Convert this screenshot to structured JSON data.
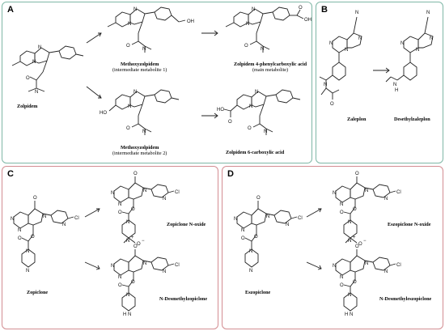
{
  "panels": {
    "A": {
      "label": "A",
      "zolpidem": "Zolpidem",
      "met1_name": "Methoxyzolpidem",
      "met1_sub": "(intermediate metabolite 1)",
      "met2_name": "Methoxyzolpidem",
      "met2_sub": "(intermediate metabolite 2)",
      "acid1_name": "Zolpidem 4-phenylcarboxylic acid",
      "acid1_sub": "(main metabolite)",
      "acid2_name": "Zolpidem 6-carboxylic acid"
    },
    "B": {
      "label": "B",
      "zaleplon": "Zaleplon",
      "desethyl": "Desethylzaleplon"
    },
    "C": {
      "label": "C",
      "zopiclone": "Zopiclone",
      "noxide": "Zopiclone N-oxide",
      "ndesmethyl": "N-Desmethylzopiclone"
    },
    "D": {
      "label": "D",
      "eszopiclone": "Eszopiclone",
      "noxide": "Eszopiclone N-oxide",
      "ndesmethyl": "N-Desmethyleszopiclone"
    }
  },
  "atoms": {
    "N": "N",
    "O": "O",
    "OH": "OH",
    "HO": "HO",
    "Cl": "Cl",
    "H": "H",
    "CN_N": "N",
    "plus": "+",
    "minus": "−"
  },
  "colors": {
    "panel_border_top": "#7fb7a6",
    "panel_border_bottom": "#d38d92"
  }
}
